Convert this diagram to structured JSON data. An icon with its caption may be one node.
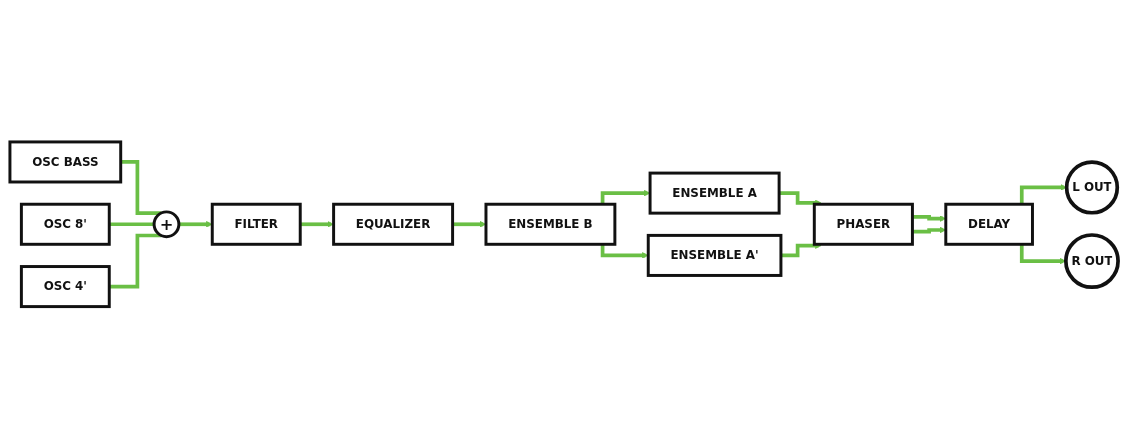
{
  "diagram": {
    "nodes": [
      {
        "text": [
          "OSC BASS"
        ]
      },
      {
        "text": [
          "OSC 8'"
        ]
      },
      {
        "text": [
          "OSC 4'"
        ]
      },
      {
        "text": [
          "+"
        ]
      },
      {
        "text": [
          "FILTER"
        ]
      },
      {
        "text": [
          "EQUALIZER"
        ]
      },
      {
        "text": [
          "ENSEMBLE B"
        ]
      },
      {
        "text": [
          "ENSEMBLE A"
        ]
      },
      {
        "text": [
          "ENSEMBLE A'"
        ]
      },
      {
        "text": [
          "PHASER"
        ]
      },
      {
        "text": [
          "DELAY"
        ]
      },
      {
        "text": [
          "L OUT"
        ]
      },
      {
        "text": [
          "R OUT"
        ]
      }
    ],
    "edges": [
      {
        "from": 0,
        "to": 3,
        "arrow": "none"
      },
      {
        "from": 1,
        "to": 3,
        "arrow": "none"
      },
      {
        "from": 2,
        "to": 3,
        "arrow": "none"
      },
      {
        "from": 3,
        "to": 4,
        "arrow": "to"
      },
      {
        "from": 4,
        "to": 5,
        "arrow": "to"
      },
      {
        "from": 5,
        "to": 6,
        "arrow": "to"
      },
      {
        "from": 6,
        "to": 7,
        "arrow": "to"
      },
      {
        "from": 6,
        "to": 8,
        "arrow": "to"
      },
      {
        "from": 7,
        "to": 9,
        "arrow": "to"
      },
      {
        "from": 8,
        "to": 9,
        "arrow": "to"
      },
      {
        "from": 9,
        "to": 10,
        "arrow": "to"
      },
      {
        "from": 9,
        "to": 10,
        "arrow": "to"
      },
      {
        "from": 10,
        "to": 11,
        "arrow": "to"
      },
      {
        "from": 10,
        "to": 12,
        "arrow": "to"
      }
    ]
  }
}
